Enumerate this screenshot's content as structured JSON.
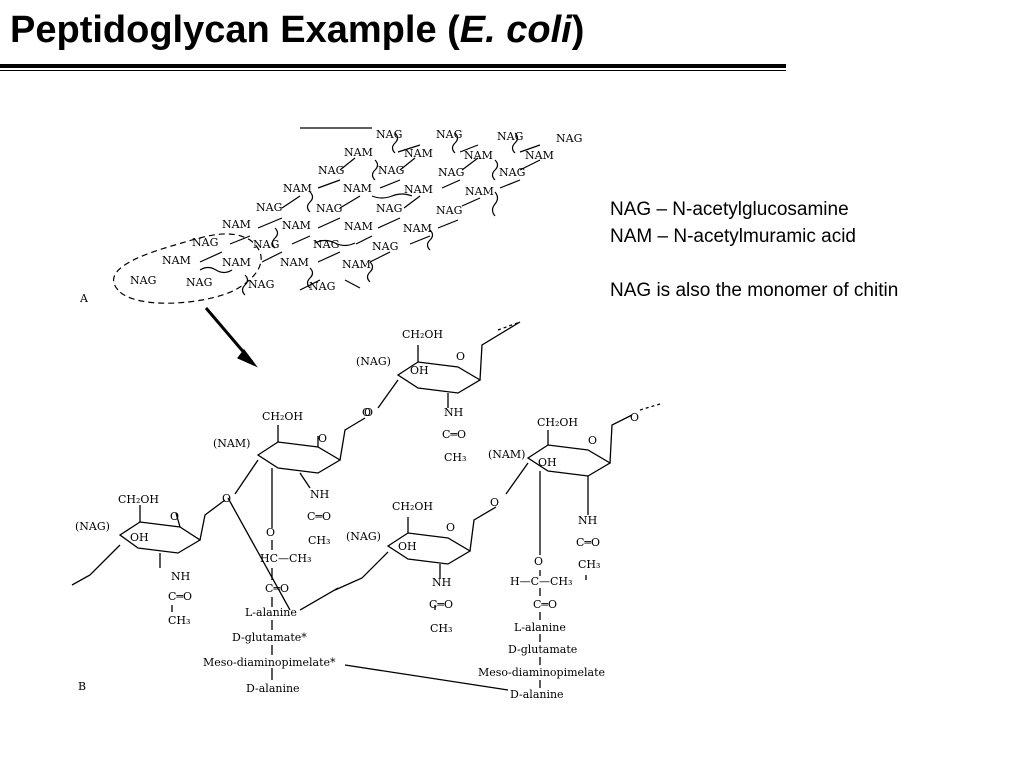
{
  "slide": {
    "title_main": "Peptidoglycan Example (",
    "title_italic": "E. coli",
    "title_close": ")"
  },
  "legend": {
    "line1": "NAG – N-acetylglucosamine",
    "line2": "NAM – N-acetylmuramic acid",
    "line3": "NAG is also the monomer of chitin"
  },
  "figure": {
    "panel_a": "A",
    "panel_b": "B",
    "nag": "NAG",
    "nam": "NAM",
    "nag_paren": "(NAG)",
    "nam_paren": "(NAM)",
    "ch2oh": "CH₂OH",
    "oh": "OH",
    "nh": "NH",
    "co": "C═O",
    "ch3": "CH₃",
    "o": "O",
    "hc_ch3": "HC—CH₃",
    "h_c_ch3": "H—C—CH₃",
    "c_o": "C═O",
    "l_alanine": "L-alanine",
    "d_glutamate_star": "D-glutamate*",
    "meso_star": "Meso-diaminopimelate*",
    "d_alanine": "D-alanine",
    "d_glutamate": "D-glutamate",
    "meso": "Meso-diaminopimelate"
  }
}
